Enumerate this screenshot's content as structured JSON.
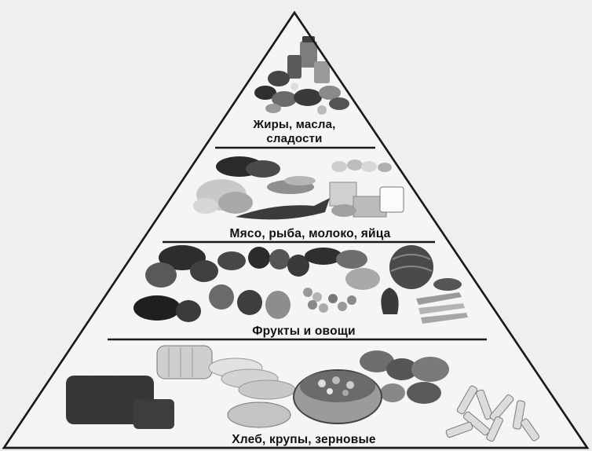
{
  "pyramid": {
    "tiers": [
      {
        "id": "fats",
        "label_lines": [
          "Жиры, масла,",
          "сладости"
        ]
      },
      {
        "id": "meat",
        "label": "Мясо, рыба, молоко, яйца"
      },
      {
        "id": "veg",
        "label": "Фрукты и овощи"
      },
      {
        "id": "grain",
        "label": "Хлеб, крупы, зерновые"
      }
    ]
  },
  "colors": {
    "background": "#efefef",
    "outline": "#1a1a1a",
    "divider": "#3a3a3a"
  },
  "illustration_icons": [
    "sweets-icon",
    "meat-fish-dairy-icon",
    "fruits-vegetables-icon",
    "bread-grains-icon"
  ]
}
